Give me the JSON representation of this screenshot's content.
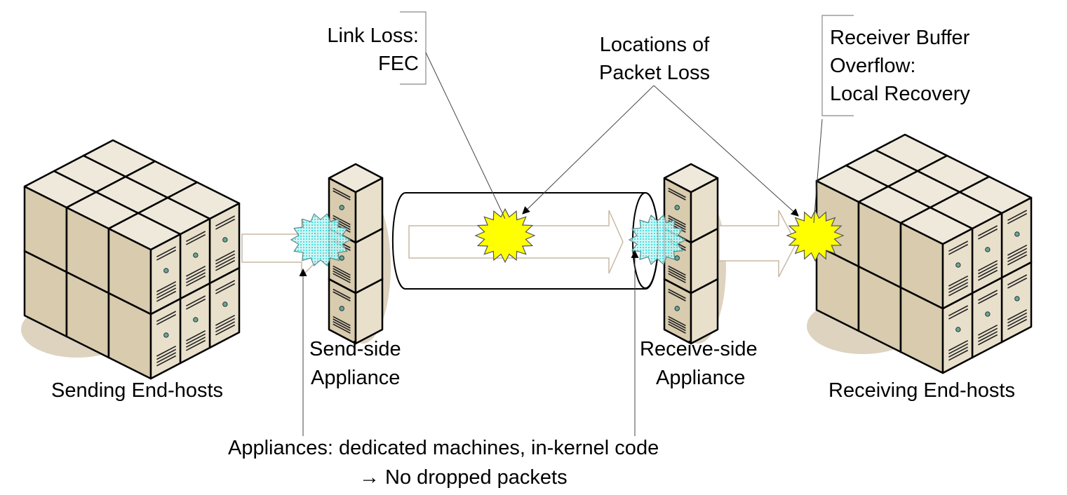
{
  "colors": {
    "server_top": "#efe9dc",
    "server_left": "#d8cbae",
    "server_right": "#e9e0cc",
    "server_outline": "#000000",
    "shadow": "#ddd3bf",
    "flow_arrow_outline": "#c9b9a3",
    "loss_burst": "#ffff00",
    "appliance_burst": "#9ef0f0"
  },
  "callouts": {
    "link_loss": {
      "line1": "Link Loss:",
      "line2": "FEC"
    },
    "locations": {
      "line1": "Locations of",
      "line2": "Packet Loss"
    },
    "receiver": {
      "line1": "Receiver Buffer",
      "line2": "Overflow:",
      "line3": "Local Recovery"
    }
  },
  "nodes": {
    "sending_hosts": "Sending End-hosts",
    "send_appliance": {
      "line1": "Send-side",
      "line2": "Appliance"
    },
    "receive_appliance": {
      "line1": "Receive-side",
      "line2": "Appliance"
    },
    "receiving_hosts": "Receiving End-hosts"
  },
  "note": {
    "line1": "Appliances: dedicated machines,  in-kernel code",
    "line2": "→ No dropped packets"
  },
  "icons": [
    "server-cluster-icon",
    "server-appliance-icon",
    "network-pipe-icon",
    "packet-loss-burst-icon",
    "appliance-burst-icon"
  ]
}
